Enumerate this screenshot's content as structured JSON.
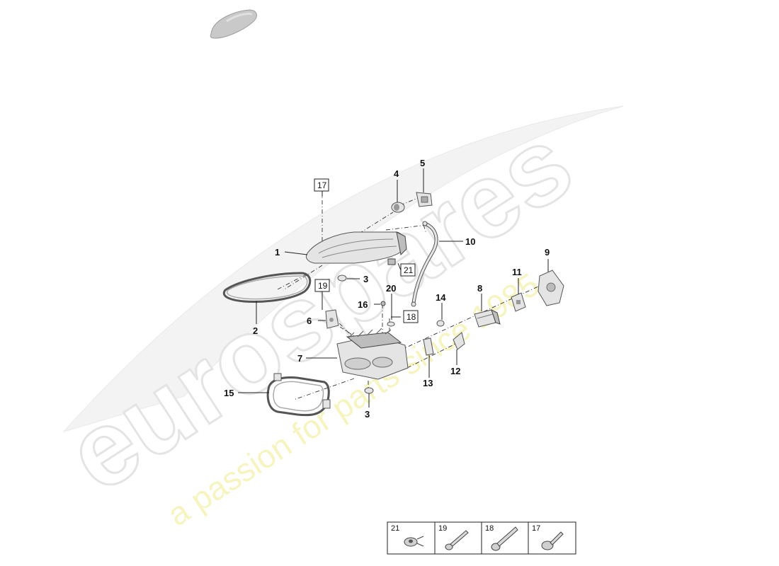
{
  "watermark": {
    "brand": "eurospares",
    "tagline": "a passion for parts since 1985"
  },
  "callouts": {
    "p1": "1",
    "p2": "2",
    "p3a": "3",
    "p3b": "3",
    "p4": "4",
    "p5": "5",
    "p6": "6",
    "p7": "7",
    "p8": "8",
    "p9": "9",
    "p10": "10",
    "p11": "11",
    "p12": "12",
    "p13": "13",
    "p14": "14",
    "p15": "15",
    "p16": "16",
    "p20": "20"
  },
  "boxed_callouts": {
    "b17": "17",
    "b19": "19",
    "b18": "18",
    "b21": "21"
  },
  "legend": {
    "items": [
      {
        "label": "21"
      },
      {
        "label": "19"
      },
      {
        "label": "18"
      },
      {
        "label": "17"
      }
    ]
  },
  "colors": {
    "watermark_gray": "#ececec",
    "watermark_yellow": "#f4f2b3",
    "part_fill": "#e4e4e4",
    "line": "#222222"
  }
}
